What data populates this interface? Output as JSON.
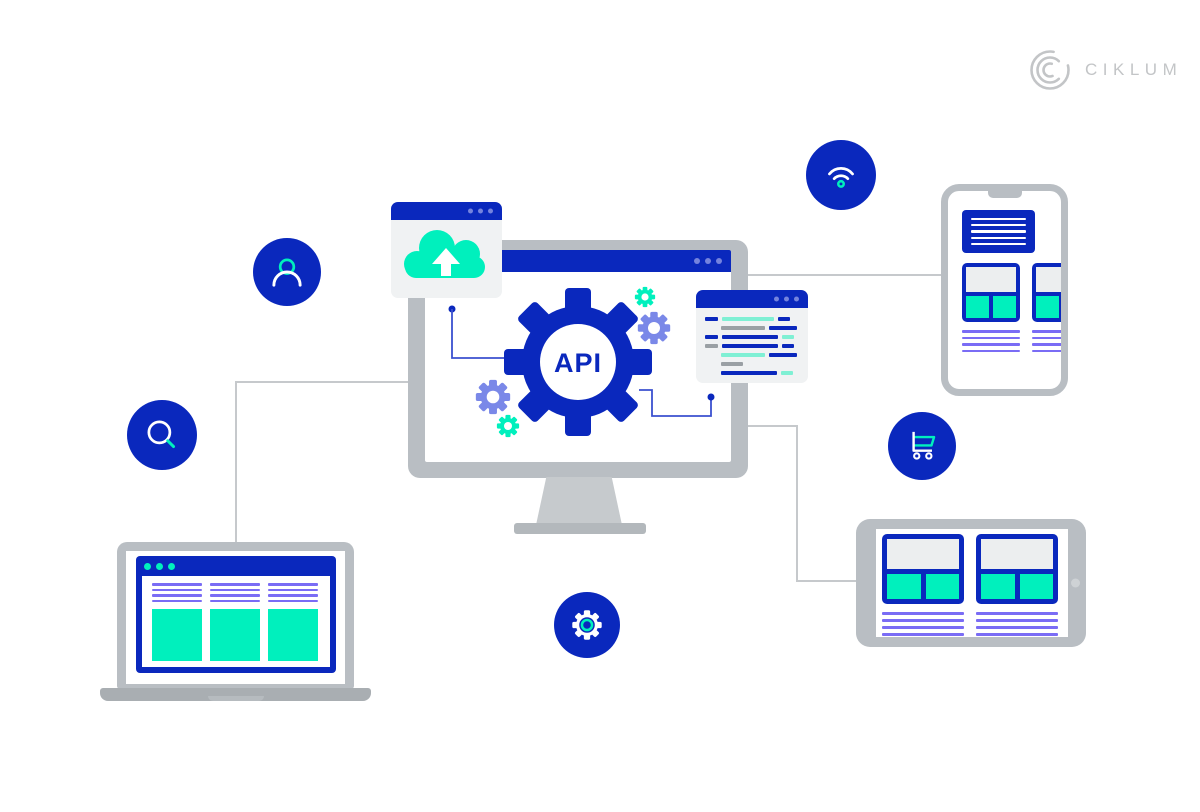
{
  "logo": {
    "text": "CIKLUM"
  },
  "center": {
    "api_label": "API"
  },
  "colors": {
    "blue": "#0a28bd",
    "mint": "#00f0bd",
    "mint_light": "#7ff0d4",
    "periwinkle": "#7a88e8",
    "purple_line": "#7a6cf5",
    "frame_gray": "#b9bec3",
    "base_gray": "#a9aeb2",
    "connector_gray": "#c6c9cc",
    "window_bg": "#f0f2f3",
    "card_top": "#eceeef",
    "gray_line": "#9aa0a4",
    "dot_blue": "#7583de",
    "logo_gray": "#c3c5c7",
    "home_button": "#ced2d5"
  },
  "icons": [
    {
      "name": "user"
    },
    {
      "name": "search"
    },
    {
      "name": "wifi"
    },
    {
      "name": "shopping-cart"
    },
    {
      "name": "gear"
    },
    {
      "name": "cloud-upload"
    }
  ],
  "code_window": {
    "rows": [
      {
        "indent": 0,
        "segments": [
          {
            "c": "blue",
            "w": 13
          },
          {
            "c": "mint_light",
            "w": 52
          },
          {
            "c": "blue",
            "w": 12
          }
        ]
      },
      {
        "indent": 16,
        "segments": [
          {
            "c": "gray_line",
            "w": 44
          },
          {
            "c": "blue",
            "w": 28
          }
        ]
      },
      {
        "indent": 0,
        "segments": [
          {
            "c": "blue",
            "w": 13
          },
          {
            "c": "blue",
            "w": 56
          },
          {
            "c": "mint_light",
            "w": 12
          }
        ]
      },
      {
        "indent": 0,
        "segments": [
          {
            "c": "gray_line",
            "w": 13
          },
          {
            "c": "blue",
            "w": 56
          },
          {
            "c": "blue",
            "w": 12
          }
        ]
      },
      {
        "indent": 16,
        "segments": [
          {
            "c": "mint_light",
            "w": 44
          },
          {
            "c": "blue",
            "w": 28
          }
        ]
      },
      {
        "indent": 16,
        "segments": [
          {
            "c": "gray_line",
            "w": 22
          }
        ]
      },
      {
        "indent": 16,
        "segments": [
          {
            "c": "blue",
            "w": 56
          },
          {
            "c": "mint_light",
            "w": 12
          }
        ]
      }
    ]
  }
}
